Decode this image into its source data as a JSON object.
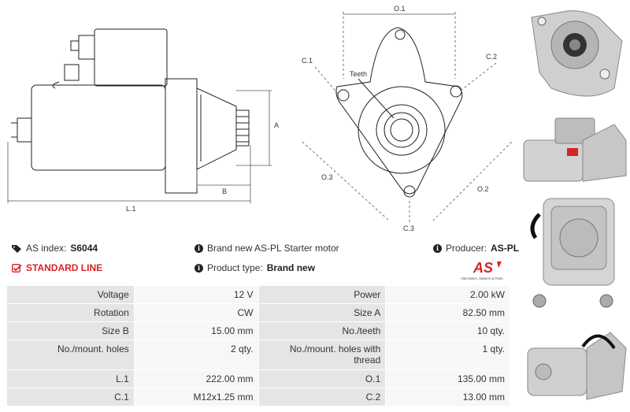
{
  "drawing_labels": {
    "a": "A",
    "b": "B",
    "l1": "L.1",
    "o1": "O.1",
    "o2": "O.2",
    "o3": "O.3",
    "c1": "C.1",
    "c2": "C.2",
    "c3": "C.3",
    "teeth": "Teeth"
  },
  "info": {
    "as_index_label": "AS index:",
    "as_index_value": "S6044",
    "standard_line": "STANDARD LINE",
    "description": "Brand new AS-PL Starter motor",
    "product_type_label": "Product type:",
    "product_type_value": "Brand new",
    "producer_label": "Producer:",
    "producer_value": "AS-PL"
  },
  "logo": {
    "mark": "AS",
    "tagline": "Alternators, Starters & Parts",
    "color": "#d6232a"
  },
  "specs": [
    {
      "l1": "Voltage",
      "v1": "12 V",
      "l2": "Power",
      "v2": "2.00 kW"
    },
    {
      "l1": "Rotation",
      "v1": "CW",
      "l2": "Size A",
      "v2": "82.50 mm"
    },
    {
      "l1": "Size B",
      "v1": "15.00 mm",
      "l2": "No./teeth",
      "v2": "10 qty."
    },
    {
      "l1": "No./mount. holes",
      "v1": "2 qty.",
      "l2": "No./mount. holes with thread",
      "v2": "1 qty."
    },
    {
      "l1": "L.1",
      "v1": "222.00 mm",
      "l2": "O.1",
      "v2": "135.00 mm"
    },
    {
      "l1": "C.1",
      "v1": "M12x1.25 mm",
      "l2": "C.2",
      "v2": "13.00 mm"
    }
  ]
}
